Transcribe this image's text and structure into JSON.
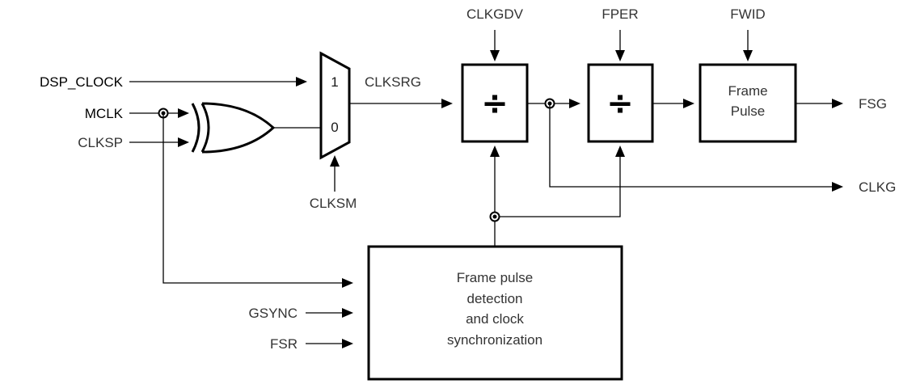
{
  "labels": {
    "dsp_clock": "DSP_CLOCK",
    "mclk": "MCLK",
    "clksp": "CLKSP",
    "clksm": "CLKSM",
    "clksrg": "CLKSRG",
    "mux_in1": "1",
    "mux_in0": "0",
    "clkgdv": "CLKGDV",
    "fper": "FPER",
    "fwid": "FWID",
    "divide_symbol": "÷",
    "frame_pulse_line1": "Frame",
    "frame_pulse_line2": "Pulse",
    "fsg": "FSG",
    "clkg": "CLKG",
    "gsync": "GSYNC",
    "fsr": "FSR",
    "sync_line1": "Frame pulse",
    "sync_line2": "detection",
    "sync_line3": "and clock",
    "sync_line4": "synchronization"
  }
}
